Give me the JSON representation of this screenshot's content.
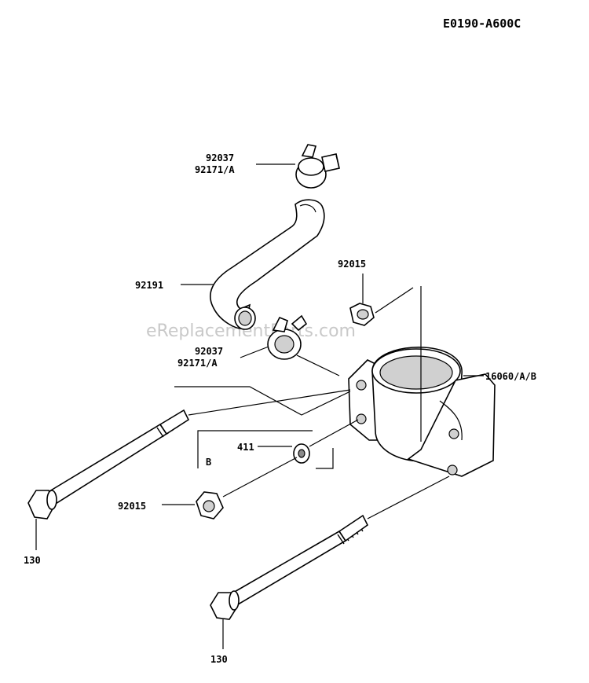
{
  "diagram": {
    "code": "E0190-A600C",
    "watermark": "eReplacementParts.com",
    "labels": {
      "clamp_top_1": "92037",
      "clamp_top_2": "92171/A",
      "hose": "92191",
      "nut_top": "92015",
      "clamp_mid_1": "92037",
      "clamp_mid_2": "92171/A",
      "housing": "16060/A/B",
      "washer": "411",
      "group_b": "B",
      "nut_left": "92015",
      "bolt_left": "130",
      "bolt_bottom": "130"
    }
  }
}
